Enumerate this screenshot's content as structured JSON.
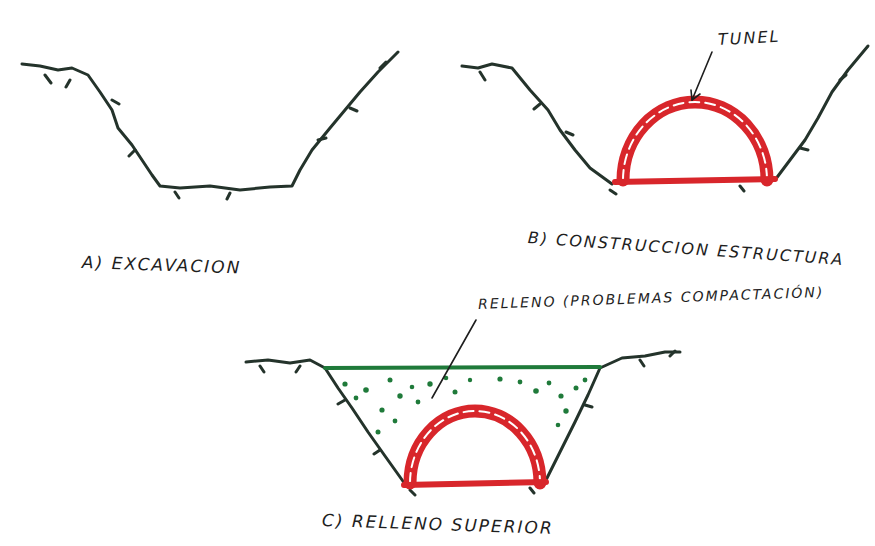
{
  "diagram": {
    "labels": [
      "A) EXCAVACION",
      "TUNEL",
      "B) CONSTRUCCION ESTRUCTURA",
      "RELLENO (PROBLEMAS COMPACTACIÓN)",
      "C) RELLENO SUPERIOR"
    ]
  }
}
